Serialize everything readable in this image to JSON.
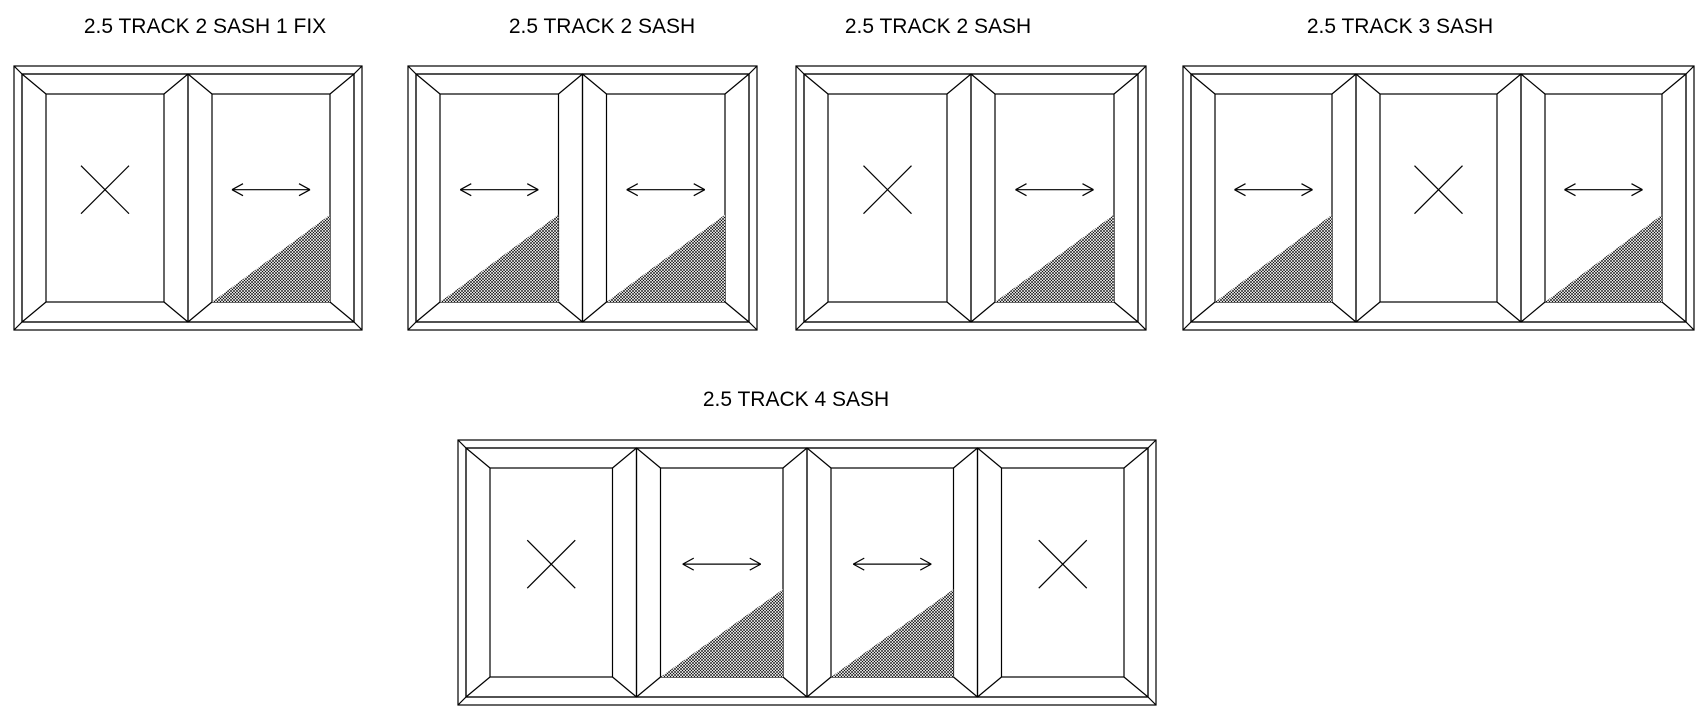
{
  "colors": {
    "line": "#000000",
    "background": "#ffffff",
    "mesh": "#000000"
  },
  "diagrams": [
    {
      "title": "2.5 TRACK 2 SASH 1 FIX",
      "panels": [
        "fixed",
        "sliding"
      ]
    },
    {
      "title": "2.5 TRACK 2 SASH",
      "panels": [
        "sliding",
        "sliding"
      ]
    },
    {
      "title": "2.5 TRACK 2 SASH",
      "panels": [
        "fixed",
        "sliding"
      ]
    },
    {
      "title": "2.5 TRACK 3 SASH",
      "panels": [
        "sliding",
        "fixed",
        "sliding"
      ]
    },
    {
      "title": "2.5 TRACK 4 SASH",
      "panels": [
        "fixed",
        "sliding",
        "sliding",
        "fixed"
      ]
    }
  ],
  "icons": {
    "fixed": "cross-fixed-icon",
    "sliding": "double-arrow-slide-icon",
    "mesh": "mesh-screen-hatch"
  }
}
